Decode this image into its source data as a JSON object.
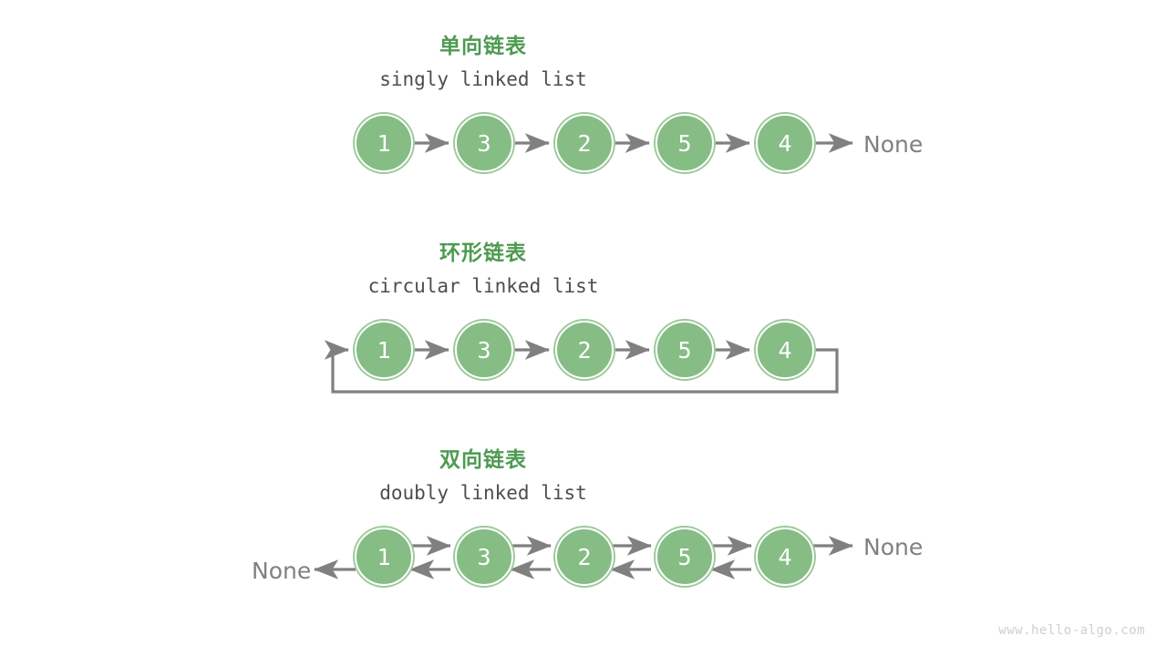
{
  "page": {
    "watermark": "www.hello-algo.com",
    "background": "#ffffff",
    "accent_green": "#4e9a51",
    "node_fill": "#85bd85",
    "node_ring": "#9ec99c",
    "arrow_color": "#808080",
    "text_gray": "#4d4d4d",
    "none_gray": "#808080"
  },
  "sections": [
    {
      "id": "singly",
      "title_cn": "单向链表",
      "title_en": "singly linked list",
      "nodes": [
        "1",
        "3",
        "2",
        "5",
        "4"
      ],
      "tail_none": "None",
      "head_none": null
    },
    {
      "id": "circular",
      "title_cn": "环形链表",
      "title_en": "circular linked list",
      "nodes": [
        "1",
        "3",
        "2",
        "5",
        "4"
      ],
      "tail_none": null,
      "head_none": null
    },
    {
      "id": "doubly",
      "title_cn": "双向链表",
      "title_en": "doubly linked list",
      "nodes": [
        "1",
        "3",
        "2",
        "5",
        "4"
      ],
      "tail_none": "None",
      "head_none": "None"
    }
  ]
}
